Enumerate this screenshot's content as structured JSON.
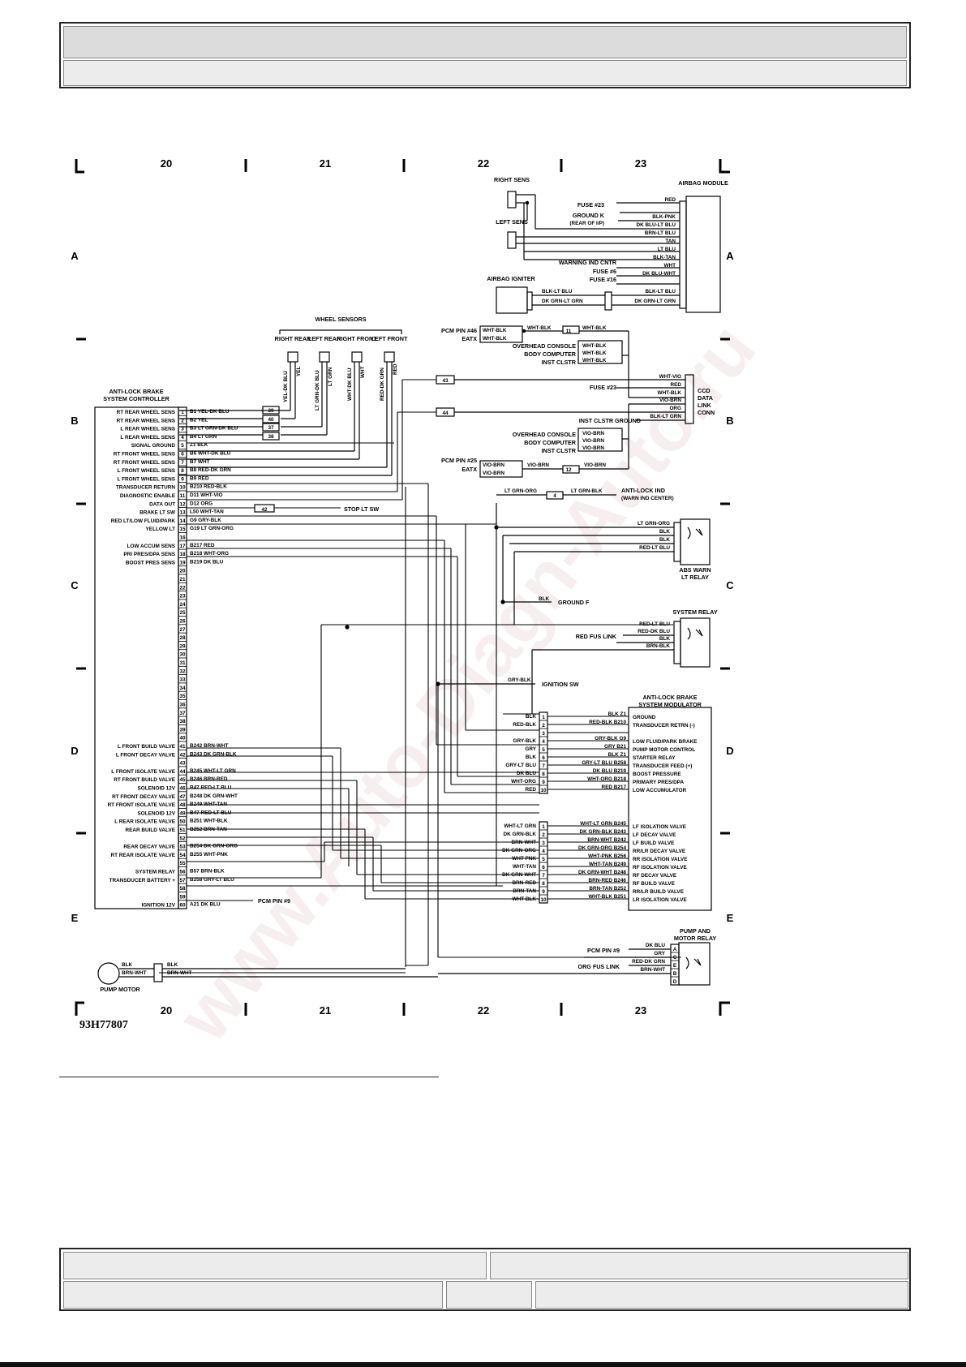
{
  "figure_number": "93H77807",
  "watermark": "www.Auto-Diagn-Auto.ru",
  "grid": {
    "columns": [
      "20",
      "21",
      "22",
      "23"
    ],
    "rows": [
      "A",
      "B",
      "C",
      "D",
      "E"
    ]
  },
  "controller": {
    "title_line1": "ANTI-LOCK BRAKE",
    "title_line2": "SYSTEM CONTROLLER",
    "pins": [
      {
        "n": "1",
        "label": "RT REAR WHEEL SENS",
        "wire": "B1 YEL-DK BLU"
      },
      {
        "n": "2",
        "label": "RT REAR WHEEL SENS",
        "wire": "B2 YEL"
      },
      {
        "n": "3",
        "label": "L REAR WHEEL SENS",
        "wire": "B3 LT GRN-DK BLU"
      },
      {
        "n": "4",
        "label": "L REAR WHEEL SENS",
        "wire": "B4 LT GRN"
      },
      {
        "n": "5",
        "label": "SIGNAL GROUND",
        "wire": "Z1 BLK"
      },
      {
        "n": "6",
        "label": "RT FRONT WHEEL SENS",
        "wire": "B6 WHT-DK BLU"
      },
      {
        "n": "7",
        "label": "RT FRONT WHEEL SENS",
        "wire": "B7 WHT"
      },
      {
        "n": "8",
        "label": "L FRONT WHEEL SENS",
        "wire": "B8 RED-DK GRN"
      },
      {
        "n": "9",
        "label": "L FRONT WHEEL SENS",
        "wire": "B9 RED"
      },
      {
        "n": "10",
        "label": "TRANSDUCER RETURN",
        "wire": "B210 RED-BLK"
      },
      {
        "n": "11",
        "label": "DIAGNOSTIC ENABLE",
        "wire": "D11 WHT-VIO"
      },
      {
        "n": "12",
        "label": "DATA OUT",
        "wire": "D12 ORG"
      },
      {
        "n": "13",
        "label": "BRAKE LT SW",
        "wire": "L50 WHT-TAN"
      },
      {
        "n": "14",
        "label": "RED LT/LOW FLUID/PARK",
        "wire": "G9 GRY-BLK"
      },
      {
        "n": "15",
        "label": "YELLOW LT",
        "wire": "G19 LT GRN-ORG"
      },
      {
        "n": "16",
        "label": "",
        "wire": ""
      },
      {
        "n": "17",
        "label": "LOW ACCUM SENS",
        "wire": "B217 RED"
      },
      {
        "n": "18",
        "label": "PRI PRES/DPA SENS",
        "wire": "B218 WHT-ORG"
      },
      {
        "n": "19",
        "label": "BOOST PRES SENS",
        "wire": "B219 DK BLU"
      },
      {
        "n": "41",
        "label": "L FRONT BUILD VALVE",
        "wire": "B242 BRN-WHT"
      },
      {
        "n": "42",
        "label": "L FRONT DECAY VALVE",
        "wire": "B243 DK GRN-BLK"
      },
      {
        "n": "44",
        "label": "L FRONT ISOLATE VALVE",
        "wire": "B245 WHT-LT GRN"
      },
      {
        "n": "45",
        "label": "RT FRONT BUILD VALVE",
        "wire": "B246 BRN-RED"
      },
      {
        "n": "46",
        "label": "SOLENOID 12V",
        "wire": "B47 RED-LT BLU"
      },
      {
        "n": "47",
        "label": "RT FRONT DECAY VALVE",
        "wire": "B248 DK GRN-WHT"
      },
      {
        "n": "48",
        "label": "RT FRONT ISOLATE VALVE",
        "wire": "B249 WHT-TAN"
      },
      {
        "n": "49",
        "label": "SOLENOID 12V",
        "wire": "B47 RED-LT BLU"
      },
      {
        "n": "50",
        "label": "L REAR ISOLATE VALVE",
        "wire": "B251 WHT-BLK"
      },
      {
        "n": "51",
        "label": "REAR BUILD VALVE",
        "wire": "B252 BRN-TAN"
      },
      {
        "n": "53",
        "label": "REAR DECAY VALVE",
        "wire": "B254 DK GRN-ORG"
      },
      {
        "n": "54",
        "label": "RT REAR ISOLATE VALVE",
        "wire": "B255 WHT-PNK"
      },
      {
        "n": "56",
        "label": "SYSTEM RELAY",
        "wire": "B57 BRN-BLK"
      },
      {
        "n": "57",
        "label": "TRANSDUCER BATTERY +",
        "wire": "B258 GRY-LT BLU"
      },
      {
        "n": "60",
        "label": "IGNITION 12V",
        "wire": "A21 DK BLU"
      }
    ],
    "pcm_pin_9": "PCM PIN #9"
  },
  "wheel_sensors": {
    "title": "WHEEL SENSORS",
    "groups": [
      {
        "name": "RIGHT REAR",
        "wires": [
          "YEL-DK BLU",
          "YEL"
        ]
      },
      {
        "name": "LEFT REAR",
        "wires": [
          "LT GRN-DK BLU",
          "LT GRN"
        ]
      },
      {
        "name": "RIGHT FRONT",
        "wires": [
          "WHT-DK BLU",
          "WHT"
        ]
      },
      {
        "name": "LEFT FRONT",
        "wires": [
          "RED-DK GRN",
          "RED"
        ]
      }
    ],
    "splices": [
      "39",
      "40",
      "37",
      "38"
    ]
  },
  "airbag": {
    "module_title": "AIRBAG MODULE",
    "right_sens": "RIGHT SENS",
    "left_sens": "LEFT SENS",
    "igniter": "AIRBAG IGNITER",
    "ground_k": "GROUND K",
    "ground_k_note": "(REAR OF I/P)",
    "fuse23": "FUSE #23",
    "warning_ind": "WARNING IND CNTR",
    "fuse6": "FUSE #6",
    "fuse16": "FUSE #16",
    "module_wires": [
      "RED",
      "BLK-PNK",
      "DK BLU-LT BLU",
      "BRN-LT BLU",
      "TAN",
      "LT BLU",
      "BLK-TAN",
      "WHT",
      "DK BLU-WHT",
      "BLK-LT BLU",
      "DK GRN-LT GRN"
    ],
    "igniter_wires": [
      "BLK-LT BLU",
      "DK GRN-LT GRN"
    ]
  },
  "ccd": {
    "title_lines": [
      "CCD",
      "DATA",
      "LINK",
      "CONN"
    ],
    "pcm_pin_46": "PCM PIN #46",
    "eatx": "EATX",
    "pcm_pin_25": "PCM PIN #25",
    "overhead_console": "OVERHEAD CONSOLE",
    "body_computer": "BODY COMPUTER",
    "inst_clstr": "INST CLSTR",
    "fuse23": "FUSE #23",
    "inst_clstr_ground": "INST CLSTR GROUND",
    "splice_11": "11",
    "splice_12": "12",
    "splice_43": "43",
    "splice_44": "44",
    "splice_42": "42",
    "splice_4": "4",
    "conn_wires": [
      "WHT-VIO",
      "RED",
      "WHT-BLK",
      "VIO-BRN",
      "ORG",
      "BLK-LT GRN"
    ],
    "wht_blk": "WHT-BLK",
    "vio_brn": "VIO-BRN"
  },
  "warn_relay": {
    "title_line1": "ABS WARN",
    "title_line2": "LT RELAY",
    "anti_lock_ind": "ANTI-LOCK IND",
    "warn_ind_center": "(WARN IND CENTER)",
    "wire_in": "LT GRN-ORG",
    "wire_out": "LT GRN-BLK",
    "pins": [
      "LT GRN-ORG",
      "BLK",
      "BLK",
      "RED-LT BLU"
    ]
  },
  "ground_f": "GROUND F",
  "blk": "BLK",
  "system_relay": {
    "title": "SYSTEM RELAY",
    "red_fus_link": "RED FUS LINK",
    "pins": [
      "RED-LT BLU",
      "RED-DK BLU",
      "BLK",
      "BRN-BLK"
    ]
  },
  "ignition_sw": "IGNITION SW",
  "gry_blk": "GRY-BLK",
  "stop_lt_sw": "STOP LT SW",
  "modulator": {
    "title_line1": "ANTI-LOCK BRAKE",
    "title_line2": "SYSTEM MODULATOR",
    "conn1": [
      {
        "n": "1",
        "left": "BLK",
        "right": "BLK Z1",
        "func": "GROUND"
      },
      {
        "n": "2",
        "left": "RED-BLK",
        "right": "RED-BLK B210",
        "func": "TRANSDUCER RETRN (-)"
      },
      {
        "n": "3",
        "left": "",
        "right": "",
        "func": ""
      },
      {
        "n": "4",
        "left": "GRY-BLK",
        "right": "GRY-BLK G9",
        "func": "LOW FLUID/PARK BRAKE"
      },
      {
        "n": "5",
        "left": "GRY",
        "right": "GRY B21",
        "func": "PUMP MOTOR CONTROL"
      },
      {
        "n": "6",
        "left": "BLK",
        "right": "BLK Z1",
        "func": "STARTER RELAY"
      },
      {
        "n": "7",
        "left": "GRY-LT BLU",
        "right": "GRY-LT BLU B258",
        "func": "TRANSDUCER FEED (+)"
      },
      {
        "n": "8",
        "left": "DK BLU",
        "right": "DK BLU B219",
        "func": "BOOST PRESSURE"
      },
      {
        "n": "9",
        "left": "WHT-ORG",
        "right": "WHT-ORG B218",
        "func": "PRIMARY PRES/DPA"
      },
      {
        "n": "10",
        "left": "RED",
        "right": "RED B217",
        "func": "LOW ACCUMULATOR"
      }
    ],
    "conn2": [
      {
        "n": "1",
        "left": "WHT-LT GRN",
        "right": "WHT-LT GRN B245",
        "func": "LF ISOLATION VALVE"
      },
      {
        "n": "2",
        "left": "DK GRN-BLK",
        "right": "DK GRN-BLK B243",
        "func": "LF DECAY VALVE"
      },
      {
        "n": "3",
        "left": "BRN-WHT",
        "right": "BRN-WHT B242",
        "func": "LF BUILD VALVE"
      },
      {
        "n": "4",
        "left": "DK GRN-ORG",
        "right": "DK GRN-ORG B254",
        "func": "RR/LR DECAY VALVE"
      },
      {
        "n": "5",
        "left": "WHT-PNK",
        "right": "WHT-PNK B256",
        "func": "RR ISOLATION VALVE"
      },
      {
        "n": "6",
        "left": "WHT-TAN",
        "right": "WHT-TAN B249",
        "func": "RF ISOLATION VALVE"
      },
      {
        "n": "7",
        "left": "DK GRN-WHT",
        "right": "DK GRN-WHT B248",
        "func": "RF DECAY VALVE"
      },
      {
        "n": "8",
        "left": "BRN-RED",
        "right": "BRN-RED B246",
        "func": "RF BUILD VALVE"
      },
      {
        "n": "9",
        "left": "BRN-TAN",
        "right": "BRN-TAN B252",
        "func": "RR/LR BUILD VALVE"
      },
      {
        "n": "10",
        "left": "WHT-BLK",
        "right": "WHT-BLK B251",
        "func": "LR ISOLATION VALVE"
      }
    ]
  },
  "pump_relay": {
    "title_line1": "PUMP AND",
    "title_line2": "MOTOR RELAY",
    "pcm_pin_9": "PCM PIN #9",
    "org_fus_link": "ORG FUS LINK",
    "pins": [
      {
        "n": "A",
        "wire": "DK BLU"
      },
      {
        "n": "C",
        "wire": "GRY"
      },
      {
        "n": "E",
        "wire": "RED-DK GRN"
      },
      {
        "n": "B",
        "wire": "BRN-WHT"
      },
      {
        "n": "D",
        "wire": ""
      }
    ]
  },
  "pump_motor": {
    "label": "PUMP MOTOR",
    "wire1": "BLK",
    "wire2": "BRN-WHT"
  }
}
